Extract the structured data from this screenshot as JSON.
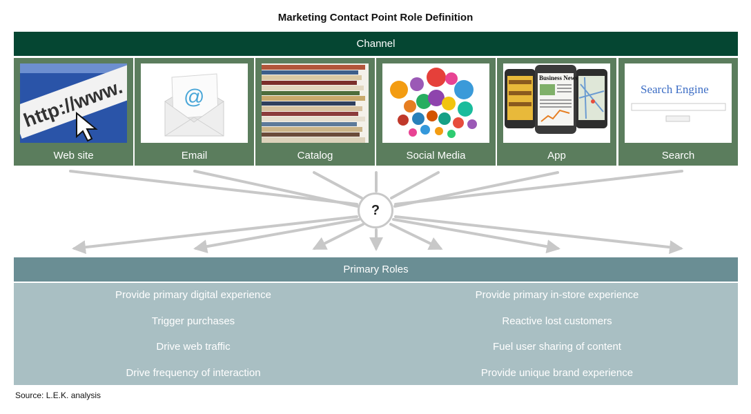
{
  "title": "Marketing Contact Point Role Definition",
  "channel_header": "Channel",
  "channels": [
    {
      "label": "Web site",
      "icon": "web-url-cursor-icon",
      "image_text": "http://www."
    },
    {
      "label": "Email",
      "icon": "email-envelope-icon",
      "image_text": "@"
    },
    {
      "label": "Catalog",
      "icon": "catalog-stack-icon"
    },
    {
      "label": "Social Media",
      "icon": "social-media-bubbles-icon"
    },
    {
      "label": "App",
      "icon": "mobile-app-phones-icon",
      "image_text": "Business News"
    },
    {
      "label": "Search",
      "icon": "search-engine-icon",
      "image_text": "Search Engine"
    }
  ],
  "center_symbol": "?",
  "roles_header": "Primary Roles",
  "roles_left": [
    "Provide primary digital experience",
    "Trigger purchases",
    "Drive web traffic",
    "Drive frequency of interaction"
  ],
  "roles_right": [
    "Provide primary in-store experience",
    "Reactive lost customers",
    "Fuel user sharing of content",
    "Provide unique brand experience"
  ],
  "source": "Source: L.E.K. analysis",
  "colors": {
    "channel_header": "#054632",
    "channel_card": "#5b7d5d",
    "roles_header": "#6a8e94",
    "roles_body": "#a9bfc3",
    "arrow": "#c8c8c8"
  }
}
